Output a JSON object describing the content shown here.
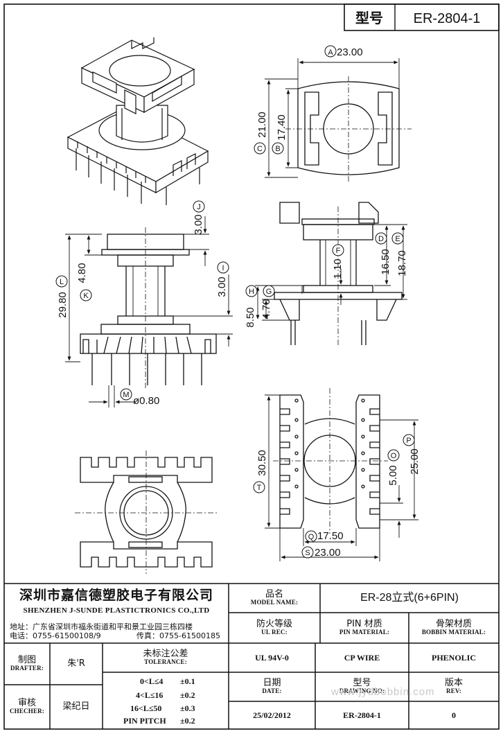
{
  "header": {
    "model_label": "型号",
    "model_value": "ER-2804-1"
  },
  "dimensions": {
    "top_view": {
      "A": "A",
      "A_val": "23.00",
      "B": "B",
      "B_val": "17.40",
      "C": "C",
      "C_val": "21.00"
    },
    "front_view": {
      "J": "J",
      "J_val": "3.00",
      "I": "I",
      "I_val": "3.00",
      "K": "K",
      "K_val": "4.80",
      "L": "L",
      "L_val": "29.80",
      "M": "M",
      "M_val": "ø0.80"
    },
    "side_view": {
      "D": "D",
      "D_val": "16.50",
      "E": "E",
      "E_val": "18.70",
      "F": "F",
      "F_val": "1.10",
      "G": "G",
      "G_val": "4.70",
      "H": "H",
      "H_val": "8.50"
    },
    "bottom_view": {
      "O": "O",
      "O_val": "5.00",
      "P": "P",
      "P_val": "25.00",
      "Q": "Q",
      "Q_val": "17.50",
      "S": "S",
      "S_val": "23.00",
      "T": "T",
      "T_val": "30.50"
    }
  },
  "title_block": {
    "company_cn": "深圳市嘉信德塑胶电子有限公司",
    "company_en": "SHENZHEN J-SUNDE PLASTICTRONICS CO.,LTD",
    "address": "地址：广东省深圳市福永街道和平和景工业园三栋四楼",
    "phone": "电话：0755-61500108/9",
    "fax": "传真：0755-61500185",
    "model_name_cn": "品名",
    "model_name_en": "MODEL NAME:",
    "model_name_value": "ER-28立式(6+6PIN)",
    "ul_rec_cn": "防火等级",
    "ul_rec_en": "UL REC:",
    "ul_rec_value": "UL 94V-0",
    "pin_material_cn": "PIN 材质",
    "pin_material_en": "PIN MATERIAL:",
    "pin_material_value": "CP WIRE",
    "bobbin_material_cn": "骨架材质",
    "bobbin_material_en": "BOBBIN MATERIAL:",
    "bobbin_material_value": "PHENOLIC",
    "drafter_cn": "制图",
    "drafter_en": "DRAFTER:",
    "drafter_value": "朱'R",
    "checker_cn": "审核",
    "checker_en": "CHECHER:",
    "checker_value": "梁纪日",
    "tolerance_cn": "未标注公差",
    "tolerance_en": "TOLERANCE:",
    "tolerances": [
      {
        "range": "0<L≤4",
        "value": "±0.1"
      },
      {
        "range": "4<L≤16",
        "value": "±0.2"
      },
      {
        "range": "16<L≤50",
        "value": "±0.3"
      },
      {
        "range": "PIN PITCH",
        "value": "±0.2"
      }
    ],
    "date_cn": "日期",
    "date_en": "DATE:",
    "date_value": "25/02/2012",
    "drawing_no_cn": "型号",
    "drawing_no_en": "DRAWING NO:",
    "drawing_no_value": "ER-2804-1",
    "rev_cn": "版本",
    "rev_en": "REV:",
    "rev_value": "0",
    "watermark": "www.jydbobbin.com"
  }
}
